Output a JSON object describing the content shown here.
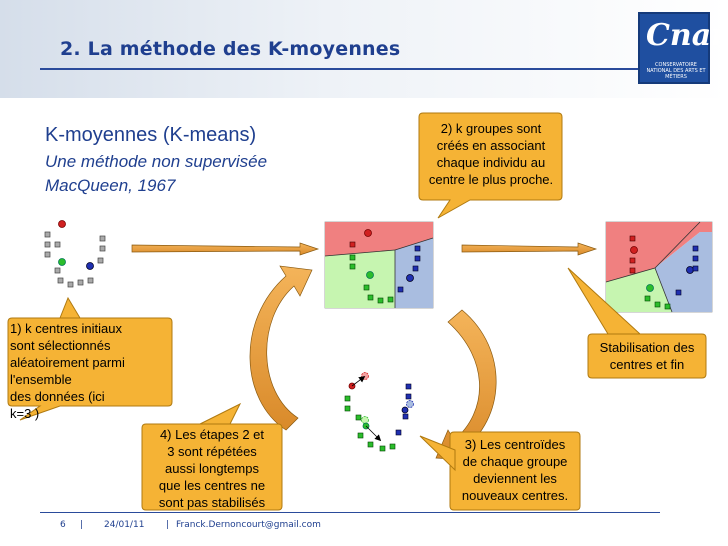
{
  "slide": {
    "title": "2. La méthode des K-moyennes",
    "heading": "K-moyennes (K-means)",
    "subtitle": "Une méthode non supervisée",
    "citation": "MacQueen, 1967"
  },
  "logo": {
    "mark": "Cnam",
    "caption": "CONSERVATOIRE NATIONAL DES ARTS ET MÉTIERS"
  },
  "callouts": {
    "step1": [
      "1) k centres initiaux",
      "sont sélectionnés",
      "aléatoirement parmi",
      "l'ensemble",
      "des données (ici",
      "k=3 )"
    ],
    "step2": [
      "2) k groupes sont",
      "créés en associant",
      "chaque individu au",
      "centre le plus proche."
    ],
    "step3": [
      "3) Les centroïdes",
      "de chaque groupe",
      "deviennent les",
      "nouveaux centres."
    ],
    "step4": [
      "4) Les étapes 2 et",
      "3 sont répétées",
      "aussi longtemps",
      "que les centres ne",
      "sont pas stabilisés"
    ],
    "final": [
      "Stabilisation des",
      "centres et fin"
    ]
  },
  "footer": {
    "page": "6",
    "date": "24/01/11",
    "email": "Franck.Dernoncourt@gmail.com",
    "sep": "|"
  },
  "colors": {
    "title": "#1f3f8f",
    "callout_fill": "#f5b335",
    "callout_stroke": "#b07a10",
    "arrow": "#e8a13a",
    "region_red": "#f08080",
    "region_green": "#c6f5b0",
    "region_blue": "#a9bde0",
    "point_red": "#d02020",
    "point_green": "#2bbd2b",
    "point_blue": "#1f2fb0"
  }
}
